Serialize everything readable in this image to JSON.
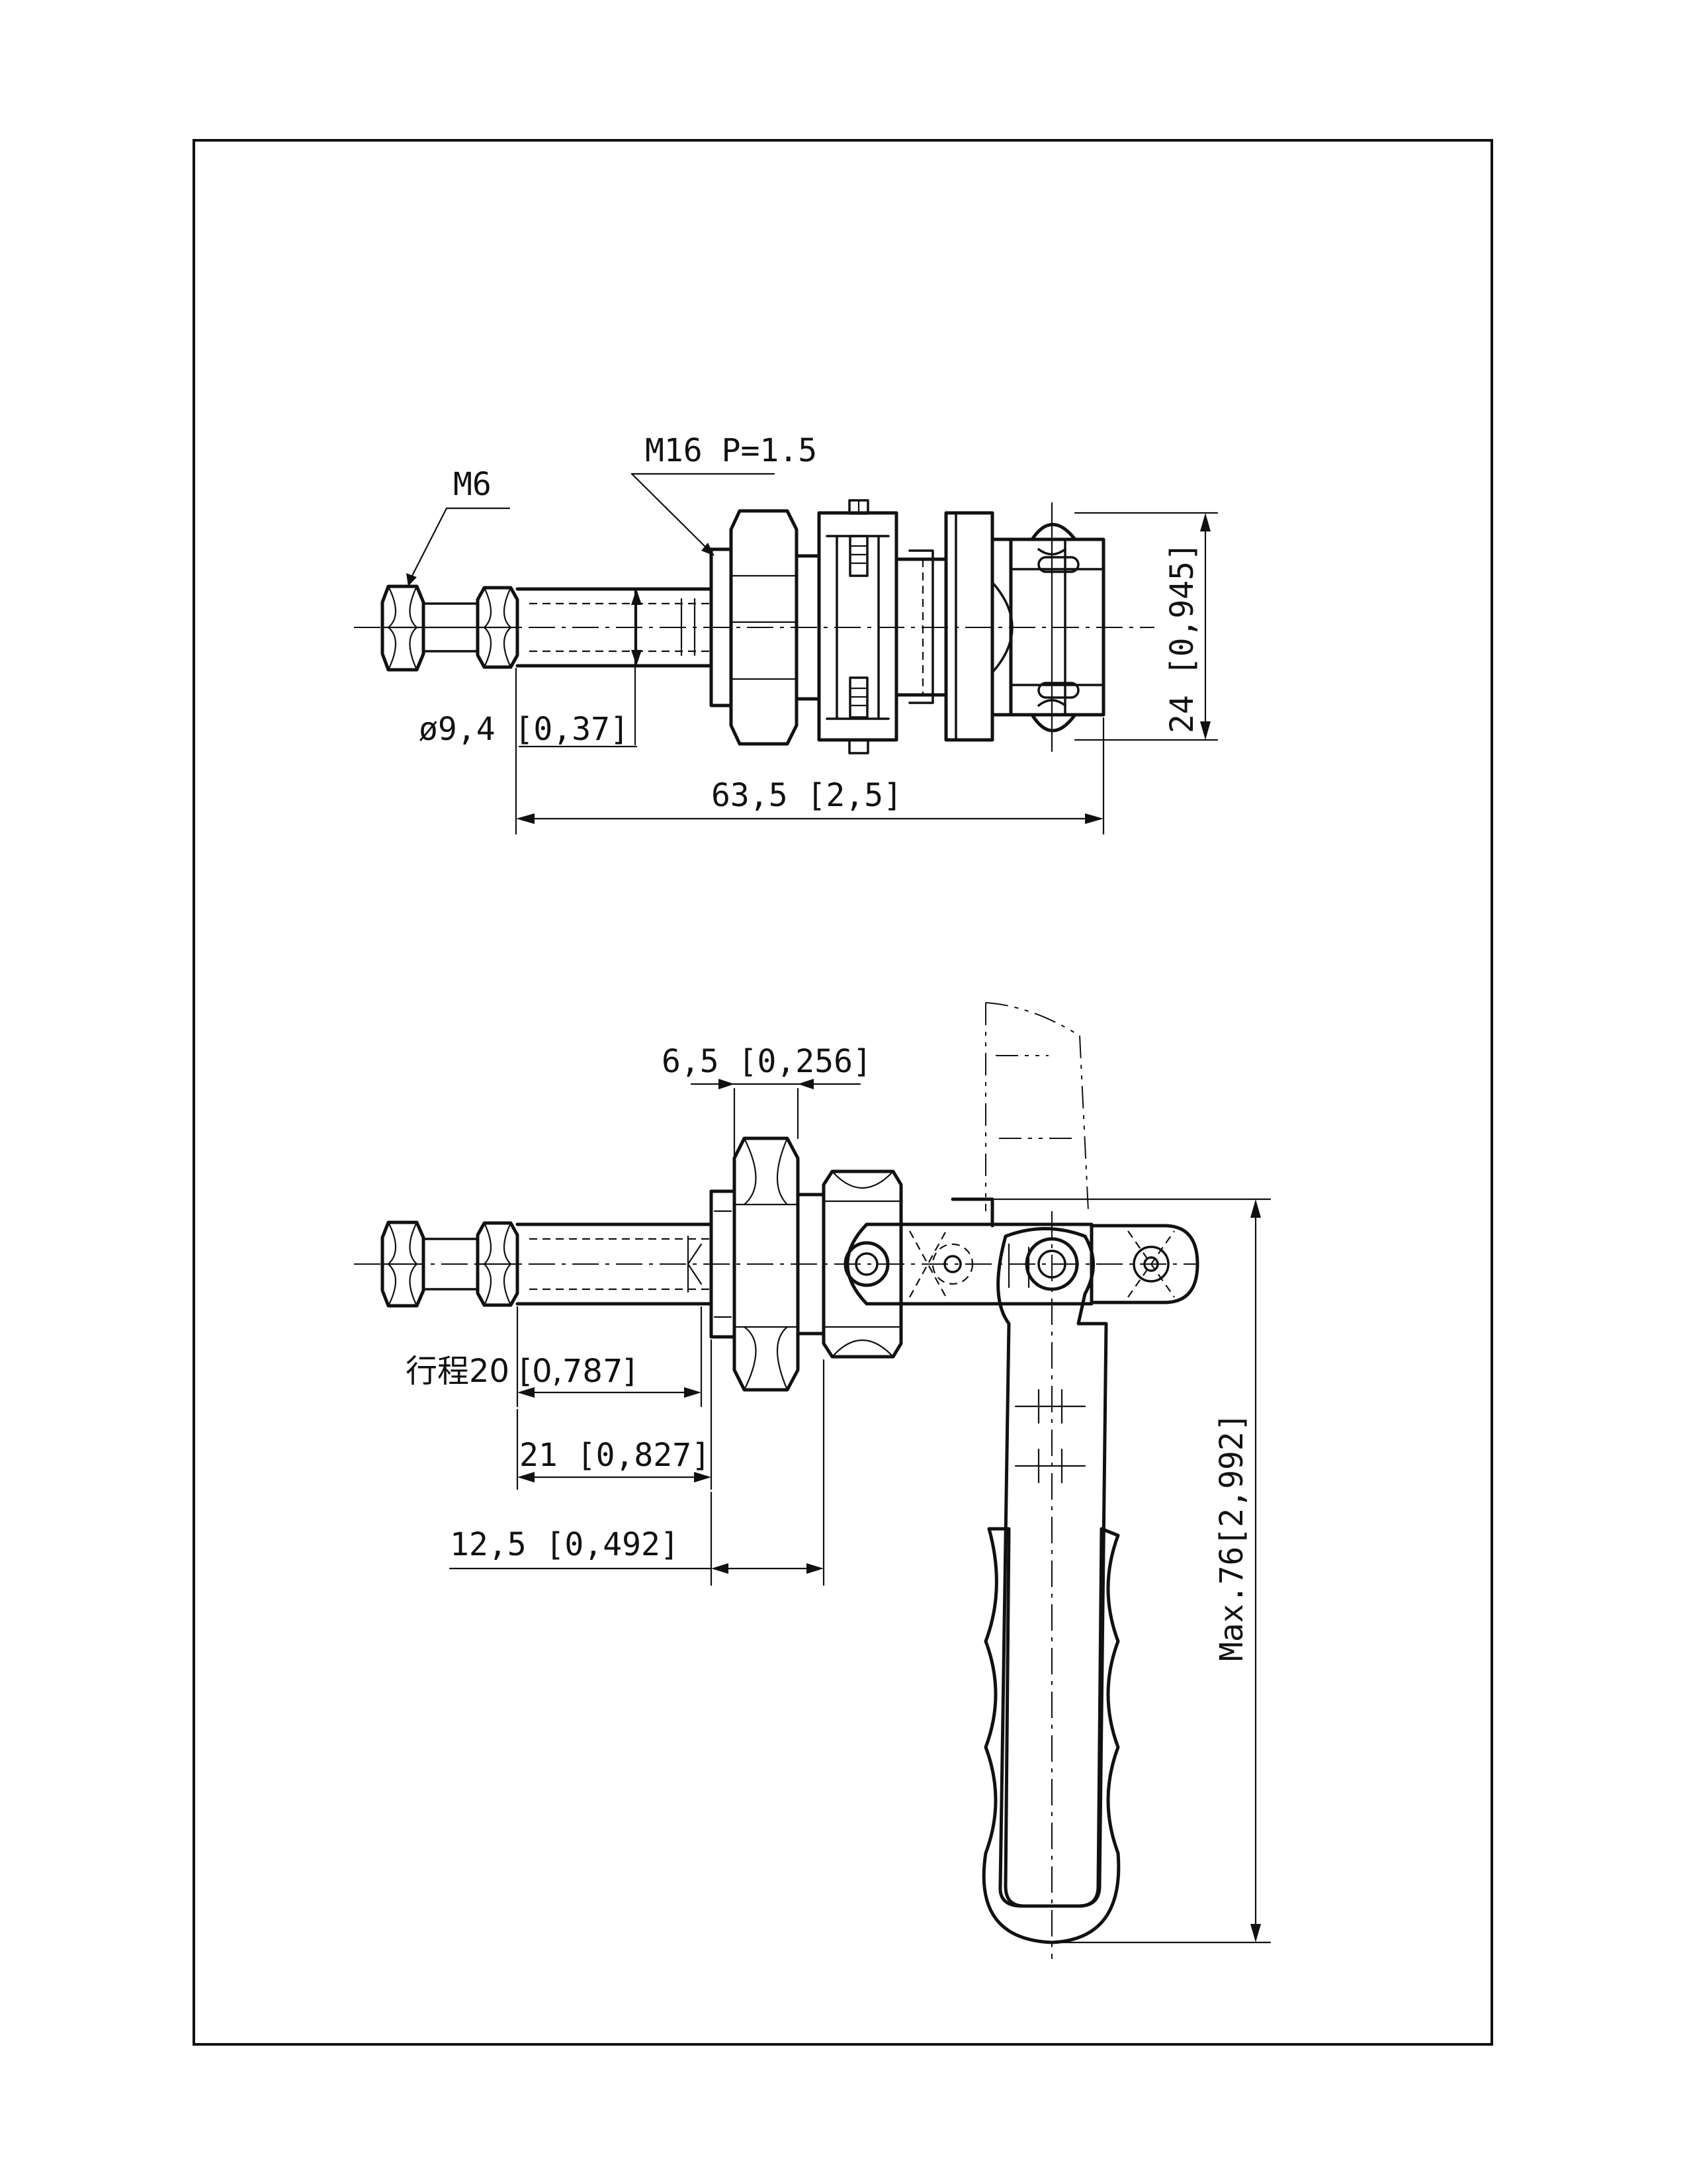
{
  "top_view": {
    "thread_small": "M6",
    "thread_large": "M16  P=1.5",
    "rod_diameter": "ø9,4  [0,37]",
    "overall_length": "63,5  [2,5]",
    "height": "24 [0,945]"
  },
  "side_view": {
    "nut_thickness": "6,5 [0,256]",
    "stroke": "行程20  [0,787]",
    "dim_21": "21 [0,827]",
    "dim_12_5": "12,5  [0,492]",
    "max_height": "Max.76[2,992]"
  }
}
